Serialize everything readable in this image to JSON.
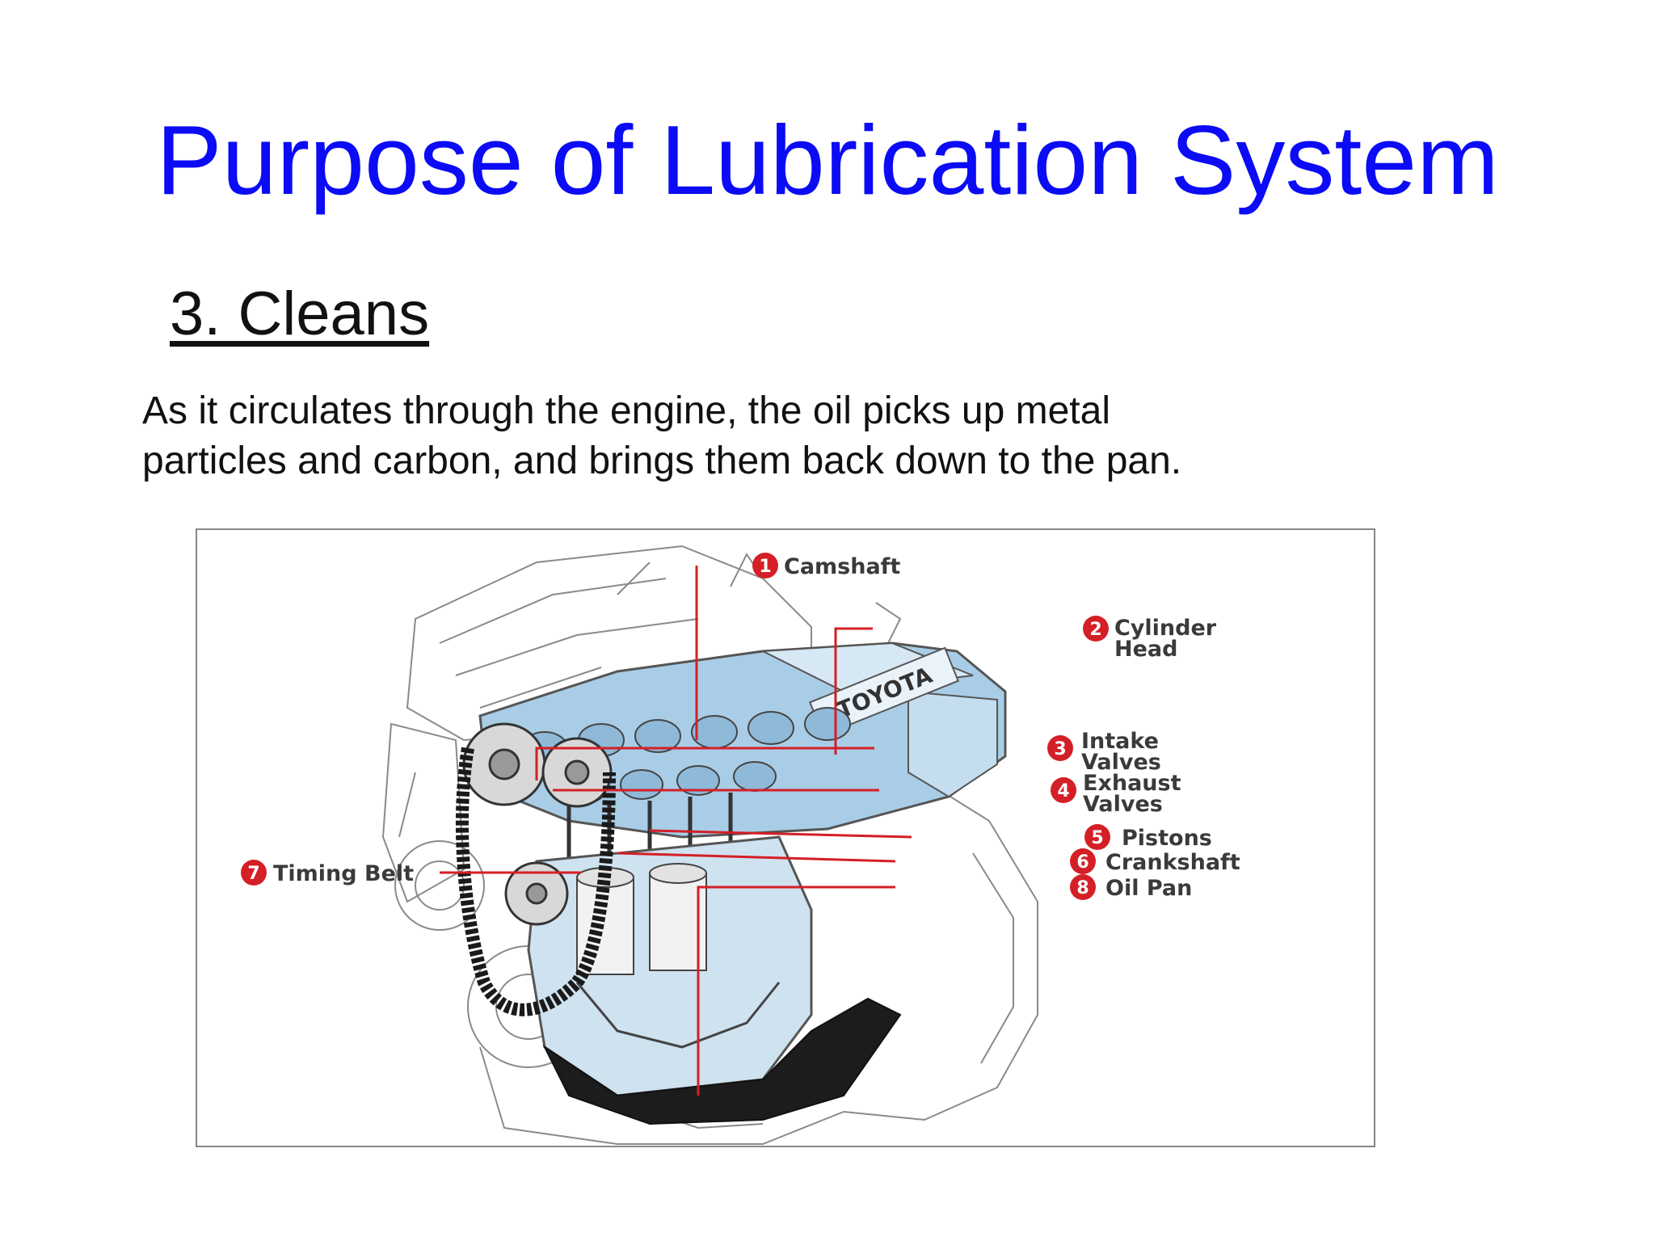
{
  "slide": {
    "title": "Purpose of Lubrication System",
    "subtitle": "3. Cleans",
    "body_line1": "As it circulates through the engine, the oil picks up metal",
    "body_line2": "particles and carbon, and brings them back down to the pan."
  },
  "diagram": {
    "engine_badge": "TOYOTA",
    "labels": [
      {
        "num": "1",
        "line1": "Camshaft",
        "line2": ""
      },
      {
        "num": "2",
        "line1": "Cylinder",
        "line2": "Head"
      },
      {
        "num": "3",
        "line1": "Intake",
        "line2": "Valves"
      },
      {
        "num": "4",
        "line1": "Exhaust",
        "line2": "Valves"
      },
      {
        "num": "5",
        "line1": "Pistons",
        "line2": ""
      },
      {
        "num": "6",
        "line1": "Crankshaft",
        "line2": ""
      },
      {
        "num": "7",
        "line1": "Timing Belt",
        "line2": ""
      },
      {
        "num": "8",
        "line1": "Oil Pan",
        "line2": ""
      }
    ],
    "colors": {
      "callout_red": "#d41f26",
      "engine_blue": "#a9cde6",
      "outline": "#555555"
    }
  }
}
